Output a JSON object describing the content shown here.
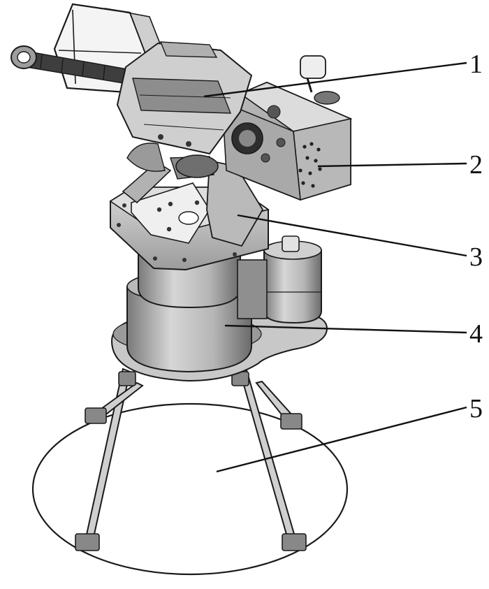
{
  "callouts": [
    {
      "number": "1",
      "part": "weapon"
    },
    {
      "number": "2",
      "part": "control-box"
    },
    {
      "number": "3",
      "part": "elevation-bracket"
    },
    {
      "number": "4",
      "part": "azimuth-turntable"
    },
    {
      "number": "5",
      "part": "tripod-base"
    }
  ],
  "colors": {
    "line": "#1a1a1a",
    "metal_light": "#d9d9d9",
    "metal_mid": "#a9a9a9",
    "metal_dark": "#6e6e6e",
    "background": "#ffffff"
  }
}
